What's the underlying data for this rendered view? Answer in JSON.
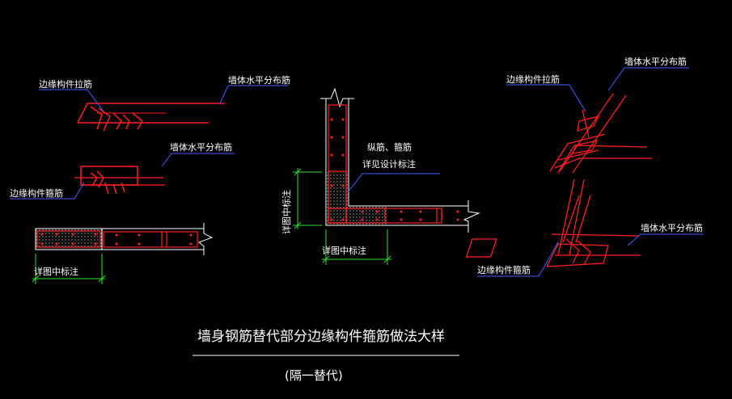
{
  "colors": {
    "background": "#000000",
    "rebar": "#ff2020",
    "leader": "#4060ff",
    "annotation": "#ffffff",
    "dimension": "#30e030",
    "wall_outline": "#ffffff",
    "hatch": "#b8b8b8"
  },
  "labels": {
    "top_left_tie": "边缘构件拉筋",
    "top_left_horizontal": "墙体水平分布筋",
    "mid_left_horizontal": "墙体水平分布筋",
    "mid_left_stirrup": "边缘构件箍筋",
    "bottom_left_dim": "详图中标注",
    "center_note_line1": "纵筋、箍筋",
    "center_note_line2": "详见设计标注",
    "center_dim_vertical": "详图中标注",
    "center_dim_horizontal": "详图中标注",
    "right_tie": "边缘构件拉筋",
    "right_top_horizontal": "墙体水平分布筋",
    "right_bottom_horizontal": "墙体水平分布筋",
    "right_stirrup": "边缘构件箍筋"
  },
  "title": {
    "main": "墙身钢筋替代部分边缘构件箍筋做法大样",
    "sub": "(隔一替代)"
  }
}
